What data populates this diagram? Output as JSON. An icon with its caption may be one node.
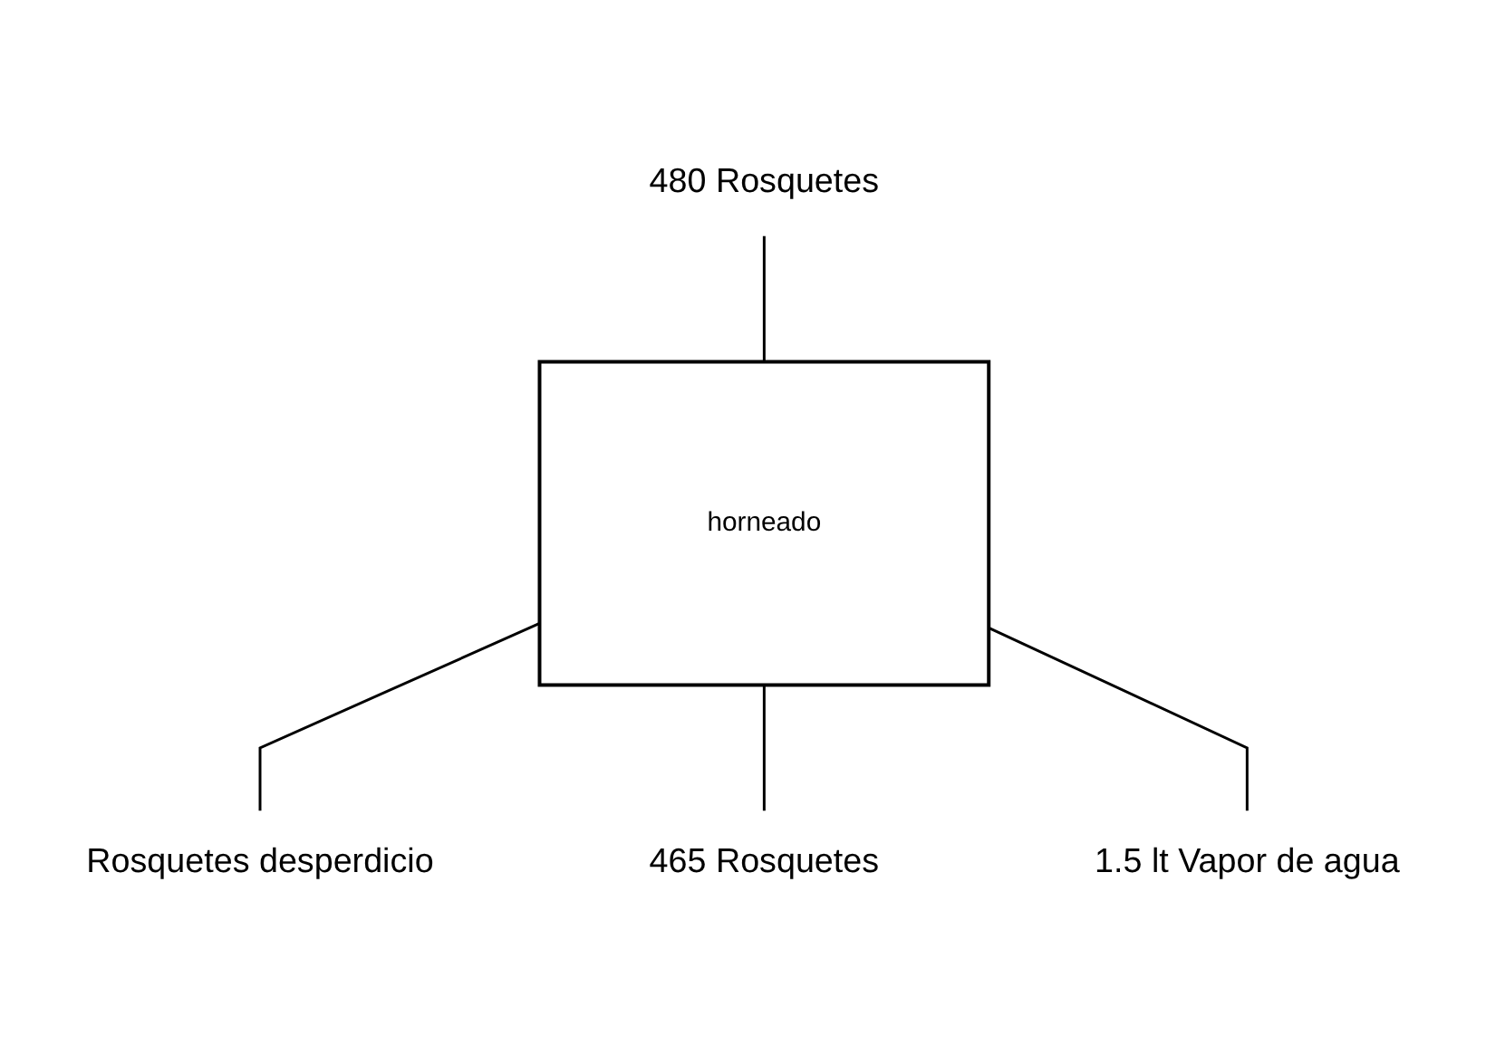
{
  "diagram": {
    "nodes": [
      {
        "text": [
          "480 Rosquetes"
        ]
      },
      {
        "text": [
          "horneado"
        ]
      },
      {
        "text": [
          "Rosquetes desperdicio"
        ]
      },
      {
        "text": [
          "1.5 lt Vapor de agua"
        ]
      },
      {
        "text": [
          "465 Rosquetes"
        ]
      }
    ],
    "edges": [
      {
        "from": 0,
        "to": 1,
        "arrow": "none"
      },
      {
        "from": 1,
        "to": 2,
        "arrow": "none"
      },
      {
        "from": 1,
        "to": 4,
        "arrow": "none"
      },
      {
        "from": 1,
        "to": 3,
        "arrow": "none"
      }
    ]
  }
}
